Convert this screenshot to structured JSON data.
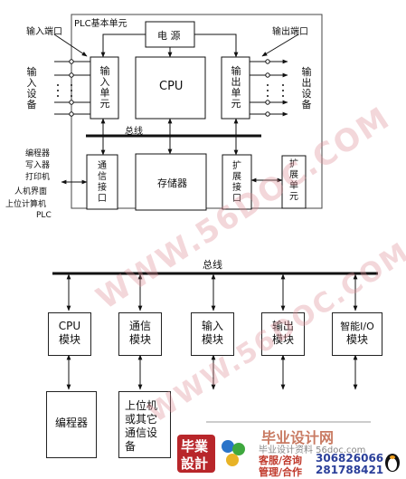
{
  "top": {
    "plc_unit": "PLC基本单元",
    "input_port": "输入端口",
    "output_port": "输出端口",
    "input_device": "输入设备",
    "output_device": "输出设备",
    "power": "电 源",
    "input_unit": "输入单元",
    "output_unit": "输出单元",
    "cpu": "CPU",
    "bus": "总线",
    "comm_interface": "通信接口",
    "memory": "存储器",
    "ext_interface": "扩展接口",
    "ext_unit": "扩展单元",
    "peripherals": [
      "编程器",
      "写入器",
      "打印机",
      "人机界面",
      "上位计算机",
      "PLC"
    ]
  },
  "bottom": {
    "bus": "总线",
    "modules": [
      {
        "line1": "CPU",
        "line2": "模块"
      },
      {
        "line1": "通信",
        "line2": "模块"
      },
      {
        "line1": "输入",
        "line2": "模块"
      },
      {
        "line1": "输出",
        "line2": "模块"
      },
      {
        "line1": "智能I/O",
        "line2": "模块"
      }
    ],
    "programmer": "编程器",
    "host_lines": [
      "上位机",
      "或其它",
      "通信设",
      "备"
    ]
  },
  "watermark": {
    "text1": "WWW.56DOC.COM",
    "text2": "WWW.56DOC.COM",
    "footer_logo": "毕业设计网",
    "footer_site": "毕业设计资料 56doc.com",
    "logo_line1": "毕業",
    "logo_line2": "設計",
    "service_label": "客服/咨询",
    "manage_label": "管理/合作",
    "qq1": "306826066",
    "qq2": "281788421"
  }
}
